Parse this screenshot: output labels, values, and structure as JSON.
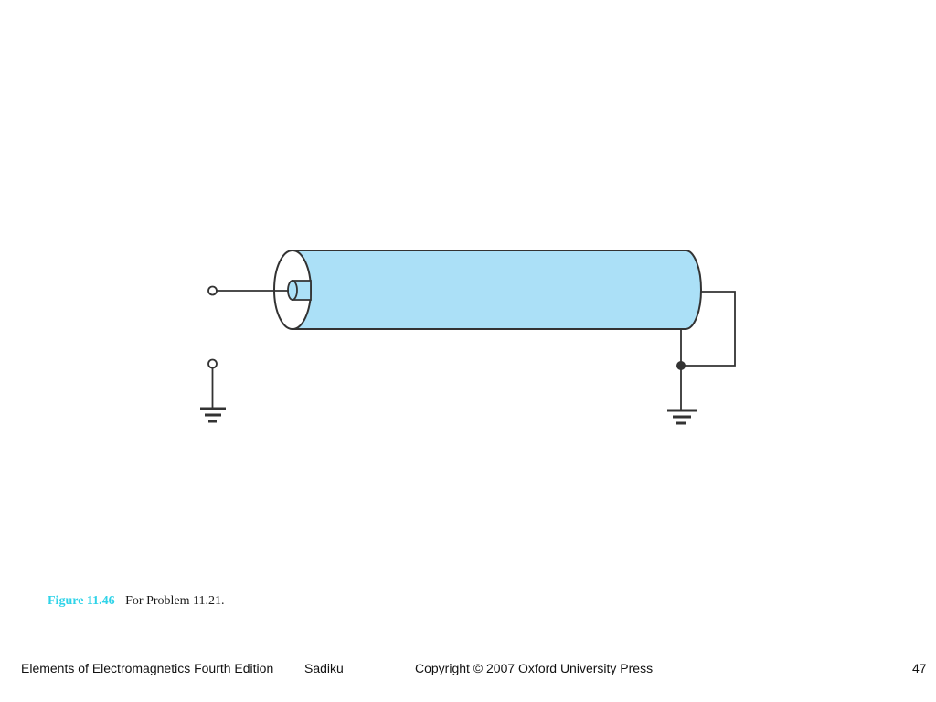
{
  "colors": {
    "cable_fill": "#abe0f7",
    "stroke": "#333333",
    "figure_label": "#2fd3e8"
  },
  "caption": {
    "figure_label": "Figure 11.46",
    "text": "For Problem 11.21."
  },
  "footer": {
    "title": "Elements of Electromagnetics Fourth Edition",
    "author": "Sadiku",
    "copyright": "Copyright © 2007 Oxford University Press",
    "page": "47"
  }
}
